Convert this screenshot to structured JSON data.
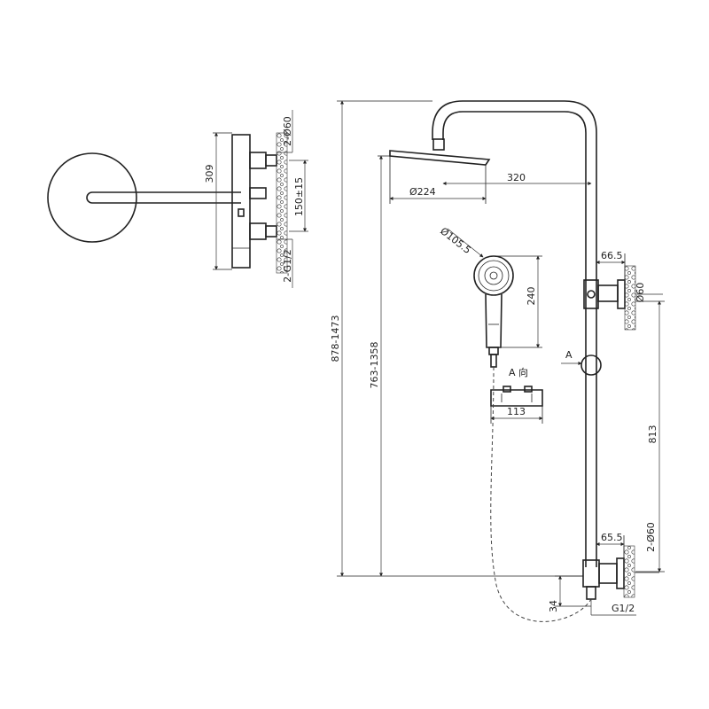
{
  "dimensions": {
    "side_view": {
      "height": "309",
      "pipe_dia": "2-Ø60",
      "spacing": "150±15",
      "thread": "2-G1/2"
    },
    "front_view": {
      "total_height": "878-1473",
      "adjust_height": "763-1358",
      "overhead_reach": "320",
      "head_dia": "Ø224",
      "handheld_dia": "Ø105.5",
      "handheld_length": "240",
      "arrow_a": "A",
      "view_a": "A 向",
      "holder_width": "113",
      "bracket_offset_top": "66.5",
      "bracket_dia_top": "Ø60",
      "bracket_height": "813",
      "bracket_offset_bottom": "65.5",
      "bracket_dia_bottom": "2-Ø60",
      "valve_height": "34",
      "valve_thread": "G1/2"
    }
  }
}
